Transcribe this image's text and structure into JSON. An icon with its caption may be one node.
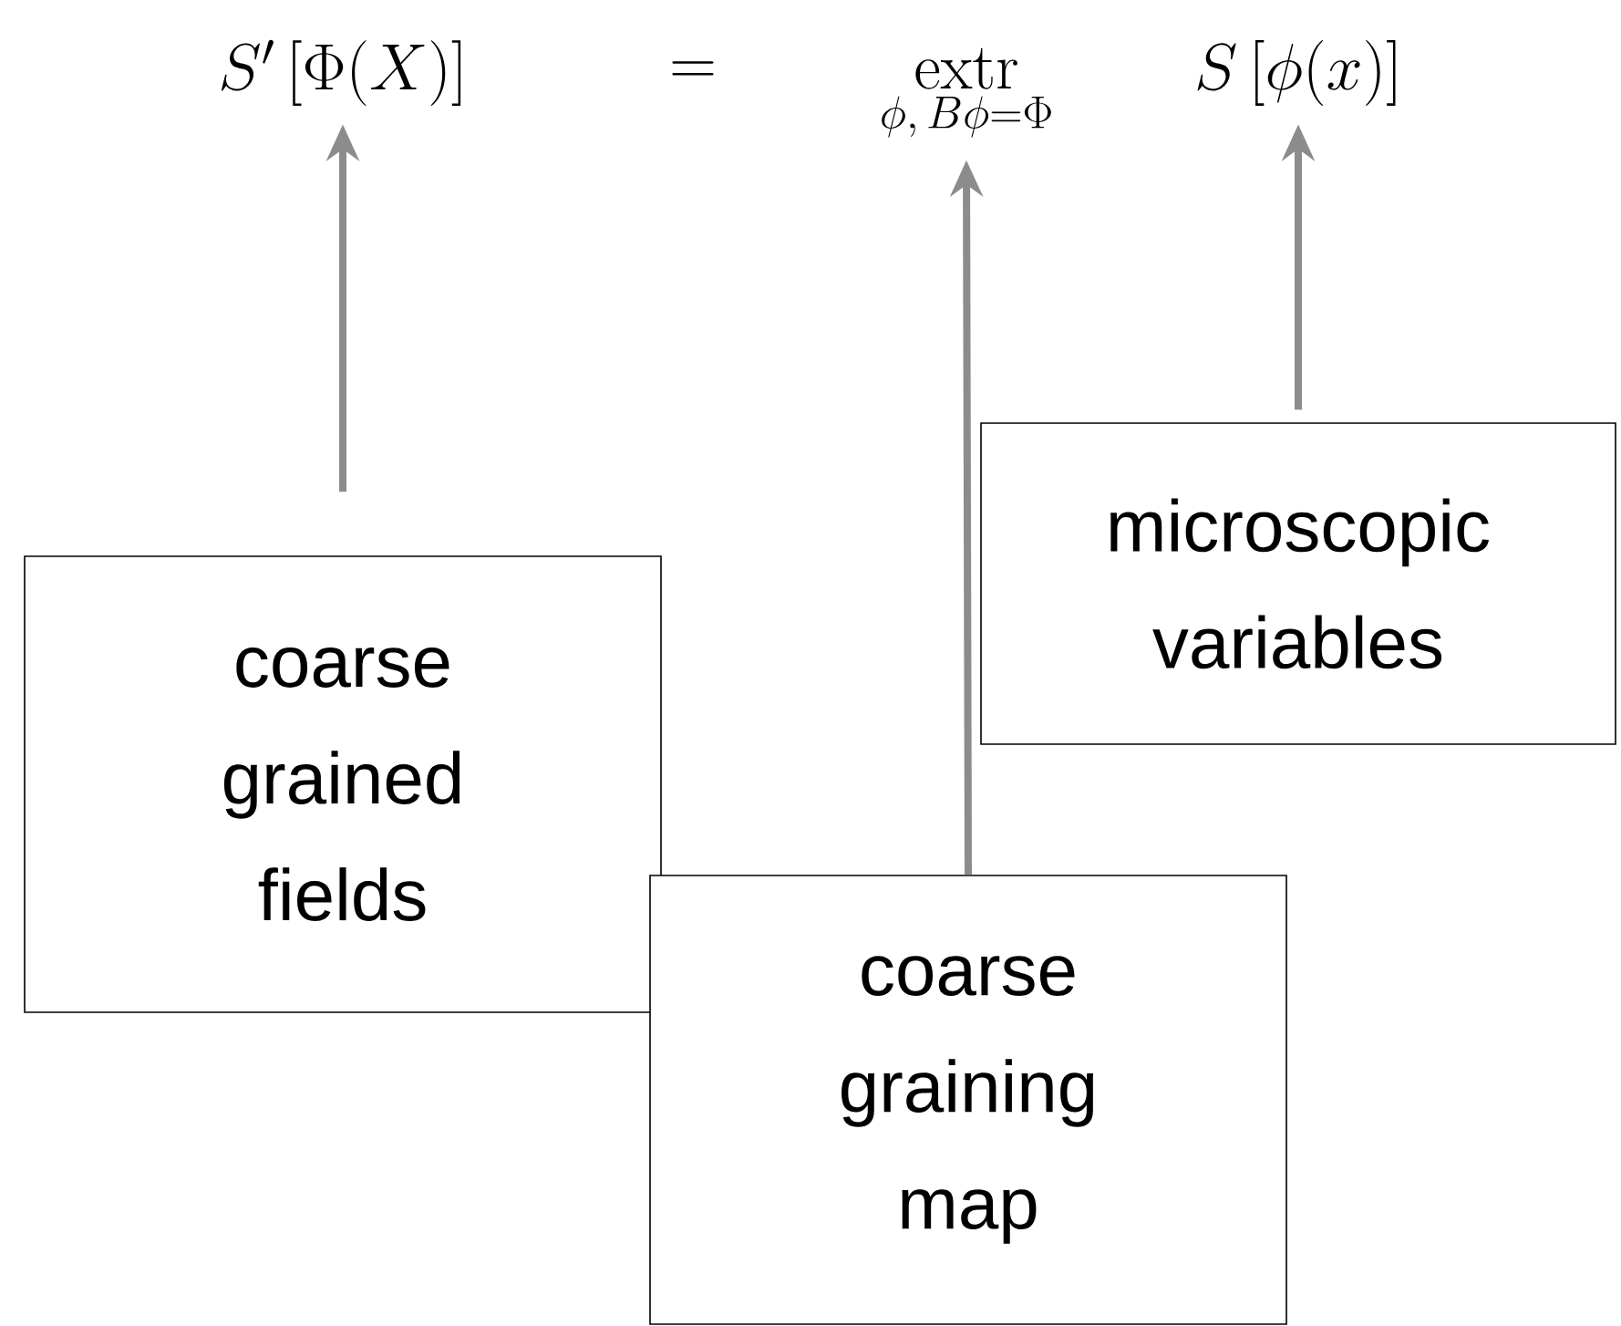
{
  "diagram": {
    "nodes": [
      {
        "text": [
          "S'\\left[\\Phi(X)\\right]"
        ]
      },
      {
        "text": [
          "\\mathop{\\mathrm{extr}}\\limits_{\\phi,\\,B\\phi=\\Phi}"
        ]
      },
      {
        "text": [
          "S\\left[\\phi(x)\\right]"
        ]
      },
      {
        "text": [
          "microscopic variables"
        ]
      },
      {
        "text": [
          "coarse grained fields"
        ]
      },
      {
        "text": [
          "coarse graining map"
        ]
      }
    ],
    "edges": [
      {
        "from": 4,
        "to": 0,
        "arrow": "to"
      },
      {
        "from": 5,
        "to": 1,
        "arrow": "to"
      },
      {
        "from": 3,
        "to": 2,
        "arrow": "to"
      }
    ],
    "labels": [
      "="
    ]
  }
}
